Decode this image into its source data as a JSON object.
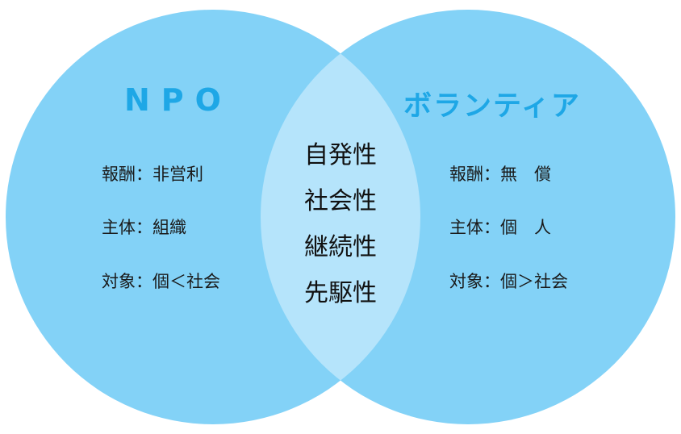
{
  "diagram": {
    "colors": {
      "circle_fill": "#83d2f7",
      "overlap_fill": "#b5e4fb",
      "title_color": "#1ea7e6",
      "text_color": "#1a1a1a"
    },
    "left_set": {
      "title": "NPO",
      "attributes": [
        "報酬：非営利",
        "主体：組織",
        "対象：個＜社会"
      ]
    },
    "right_set": {
      "title": "ボランティア",
      "attributes": [
        "報酬：無　償",
        "主体：個　人",
        "対象：個＞社会"
      ]
    },
    "intersection": {
      "items": [
        "自発性",
        "社会性",
        "継続性",
        "先駆性"
      ]
    }
  }
}
